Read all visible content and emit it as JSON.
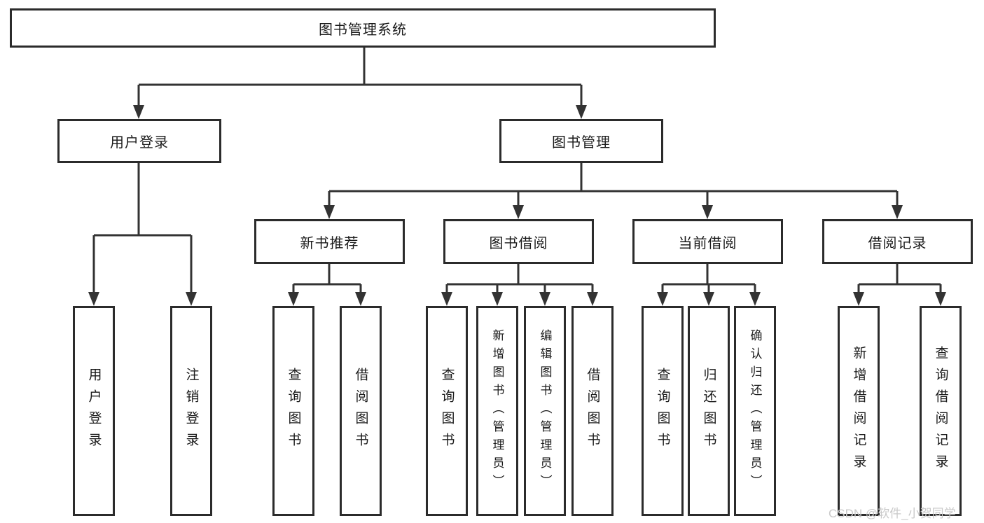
{
  "diagram": {
    "tree": {
      "root": {
        "label": "图书管理系统",
        "children": [
          {
            "label": "用户登录",
            "children": [
              {
                "label": "用户登录"
              },
              {
                "label": "注销登录"
              }
            ]
          },
          {
            "label": "图书管理",
            "children": [
              {
                "label": "新书推荐",
                "children": [
                  {
                    "label": "查询图书"
                  },
                  {
                    "label": "借阅图书"
                  }
                ]
              },
              {
                "label": "图书借阅",
                "children": [
                  {
                    "label": "查询图书"
                  },
                  {
                    "label": "新增图书（管理员）"
                  },
                  {
                    "label": "编辑图书（管理员）"
                  },
                  {
                    "label": "借阅图书"
                  }
                ]
              },
              {
                "label": "当前借阅",
                "children": [
                  {
                    "label": "查询图书"
                  },
                  {
                    "label": "归还图书"
                  },
                  {
                    "label": "确认归还（管理员）"
                  }
                ]
              },
              {
                "label": "借阅记录",
                "children": [
                  {
                    "label": "新增借阅记录"
                  },
                  {
                    "label": "查询借阅记录"
                  }
                ]
              }
            ]
          }
        ]
      }
    }
  },
  "watermark": {
    "text": "CSDN @软件_小贺同学"
  },
  "colors": {
    "line": "#333333",
    "box_border": "#2b2b2b",
    "text": "#1a1a1a",
    "watermark": "#c9c9c9",
    "background": "#ffffff"
  }
}
